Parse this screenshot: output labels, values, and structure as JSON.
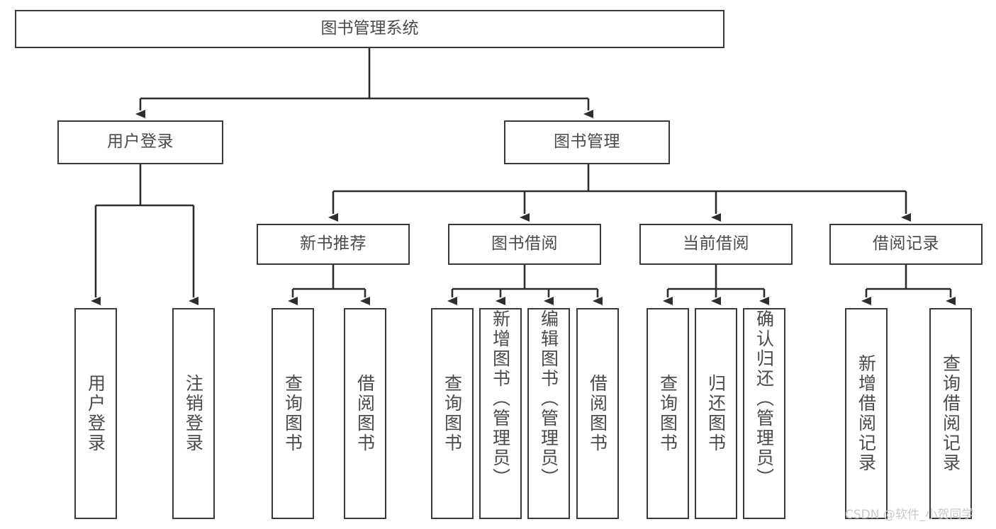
{
  "diagram": {
    "title": "图书管理系统",
    "type": "hierarchy-tree",
    "watermark": "CSDN @软件_小贺同学",
    "colors": {
      "background": "#ffffff",
      "box_border": "#3a3a3a",
      "text": "#4a4a4a",
      "connector": "#2e2e2e",
      "watermark": "#c9c9c9"
    },
    "nodes": {
      "root": {
        "label": "图书管理系统"
      },
      "level2": [
        {
          "label": "用户登录"
        },
        {
          "label": "图书管理"
        }
      ],
      "level3": [
        {
          "label": "新书推荐"
        },
        {
          "label": "图书借阅"
        },
        {
          "label": "当前借阅"
        },
        {
          "label": "借阅记录"
        }
      ],
      "leaves": {
        "user_login": [
          {
            "label": "用户登录"
          },
          {
            "label": "注销登录"
          }
        ],
        "new_book_rec": [
          {
            "label": "查询图书"
          },
          {
            "label": "借阅图书"
          }
        ],
        "book_borrow": [
          {
            "label": "查询图书"
          },
          {
            "label": "新增图书（管理员）"
          },
          {
            "label": "编辑图书（管理员）"
          },
          {
            "label": "借阅图书"
          }
        ],
        "current_borrow": [
          {
            "label": "查询图书"
          },
          {
            "label": "归还图书"
          },
          {
            "label": "确认归还（管理员）"
          }
        ],
        "borrow_record": [
          {
            "label": "新增借阅记录"
          },
          {
            "label": "查询借阅记录"
          }
        ]
      }
    }
  }
}
